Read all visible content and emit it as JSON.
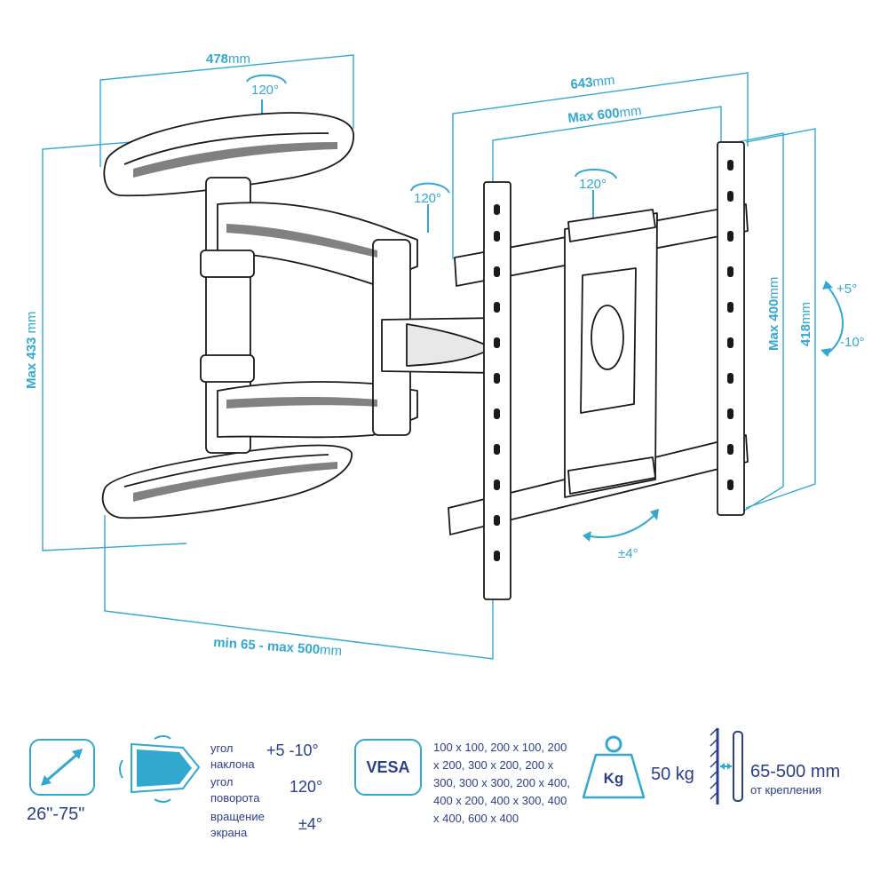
{
  "dimensions": {
    "arm_width": {
      "value": "478",
      "unit": "mm"
    },
    "outer_width": {
      "value": "643",
      "unit": "mm"
    },
    "vesa_width": {
      "value": "Max 600",
      "unit": "mm"
    },
    "arm_height": {
      "value": "Max 433",
      "unit": " mm"
    },
    "vesa_height": {
      "value": "Max 400",
      "unit": "mm"
    },
    "plate_height": {
      "value": "418",
      "unit": "mm"
    },
    "extension": {
      "value": "min 65 - max 500",
      "unit": "mm"
    }
  },
  "rotations": {
    "wall_swivel": "120°",
    "arm_swivel": "120°",
    "head_swivel": "120°",
    "tilt_up": "+5°",
    "tilt_down": "-10°",
    "level": "±4°"
  },
  "specs": {
    "screen_size": "26\"-75\"",
    "tilt_label": "угол наклона",
    "tilt_value": "+5 -10°",
    "swivel_label": "угол поворота",
    "swivel_value": "120°",
    "rotation_label": "вращение экрана",
    "rotation_value": "±4°",
    "vesa_badge": "VESA",
    "vesa_list": "100 x 100, 200 x 100, 200 x 200, 300 x 200, 200 x 300, 300 x 300, 200 x 400, 400 x 200, 400 x 300, 400 x 400, 600 x 400",
    "kg_badge": "Kg",
    "load": "50 kg",
    "distance": "65-500 mm",
    "distance_note": "от крепления"
  },
  "colors": {
    "accent": "#33a8cf",
    "text": "#2b3f8a",
    "line": "#1a1a1a"
  }
}
